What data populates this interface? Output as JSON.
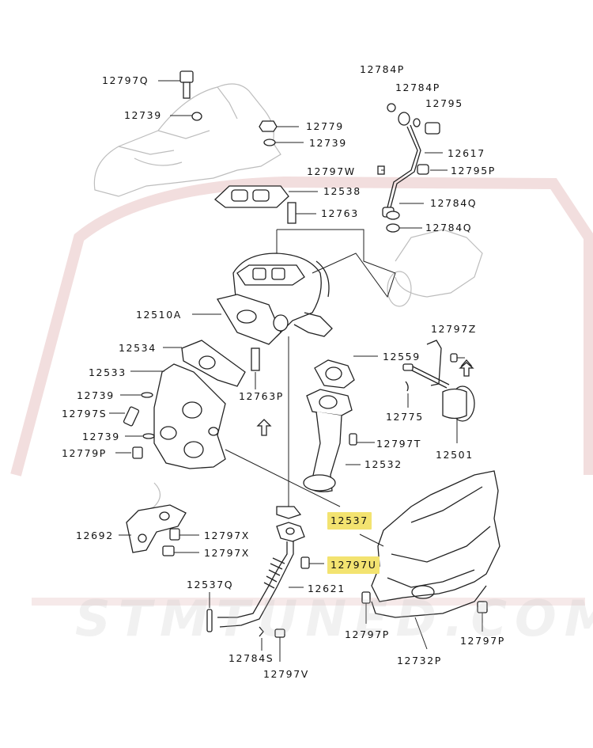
{
  "watermark": "STMTUNED.COM",
  "parts": [
    {
      "id": "12797Q"
    },
    {
      "id": "12739"
    },
    {
      "id": "12779"
    },
    {
      "id": "12739"
    },
    {
      "id": "12784P"
    },
    {
      "id": "12784P"
    },
    {
      "id": "12795"
    },
    {
      "id": "12617"
    },
    {
      "id": "12797W"
    },
    {
      "id": "12795P"
    },
    {
      "id": "12538"
    },
    {
      "id": "12784Q"
    },
    {
      "id": "12763"
    },
    {
      "id": "12784Q"
    },
    {
      "id": "12510A"
    },
    {
      "id": "12797Z"
    },
    {
      "id": "12534"
    },
    {
      "id": "12559"
    },
    {
      "id": "12533"
    },
    {
      "id": "12763P"
    },
    {
      "id": "12739"
    },
    {
      "id": "12775"
    },
    {
      "id": "12797S"
    },
    {
      "id": "12739"
    },
    {
      "id": "12797T"
    },
    {
      "id": "12501"
    },
    {
      "id": "12779P"
    },
    {
      "id": "12532"
    },
    {
      "id": "12537",
      "highlight": true
    },
    {
      "id": "12692"
    },
    {
      "id": "12797X"
    },
    {
      "id": "12797X"
    },
    {
      "id": "12797U",
      "highlight": true
    },
    {
      "id": "12537Q"
    },
    {
      "id": "12621"
    },
    {
      "id": "12797P"
    },
    {
      "id": "12797P"
    },
    {
      "id": "12784S"
    },
    {
      "id": "12732P"
    },
    {
      "id": "12797V"
    }
  ],
  "colors": {
    "highlight": "#f3e370",
    "line": "#222222",
    "ghost": "#bdbdbd",
    "background": "#ffffff"
  }
}
